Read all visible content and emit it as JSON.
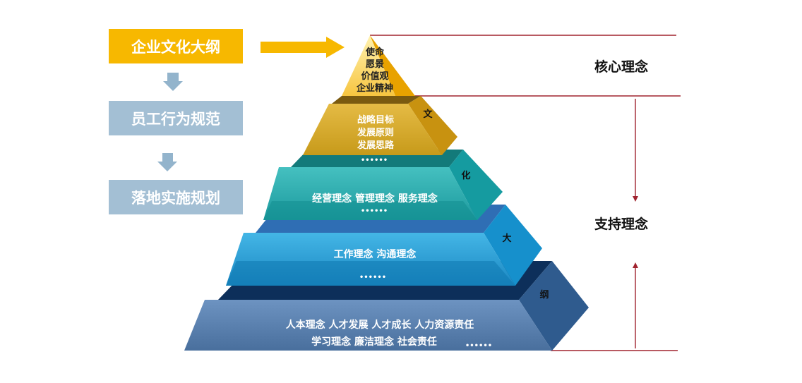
{
  "left_boxes": {
    "outline": "企业文化大纲",
    "behavior": "员工行为规范",
    "implement": "落地实施规划"
  },
  "right_labels": {
    "core": "核心理念",
    "support": "支持理念"
  },
  "pyramid": {
    "top": [
      "使命",
      "愿景",
      "价值观",
      "企业精神"
    ],
    "level2": [
      "战略目标",
      "发展原则",
      "发展思路"
    ],
    "level2_more": "••••••",
    "level3": "经营理念  管理理念  服务理念",
    "level3_more": "••••••",
    "level4": "工作理念  沟通理念",
    "level4_more": "••••••",
    "level5_line1": "人本理念  人才发展  人才成长   人力资源责任",
    "level5_line2": "学习理念  廉洁理念  社会责任",
    "level5_more": "••••••",
    "side_chars": [
      "文",
      "化",
      "大",
      "纲"
    ]
  },
  "colors": {
    "accent_yellow": "#f7b800",
    "box_blue": "#a3bfd4",
    "arrow_blue": "#93b4cc",
    "line_red": "#a0232f"
  }
}
